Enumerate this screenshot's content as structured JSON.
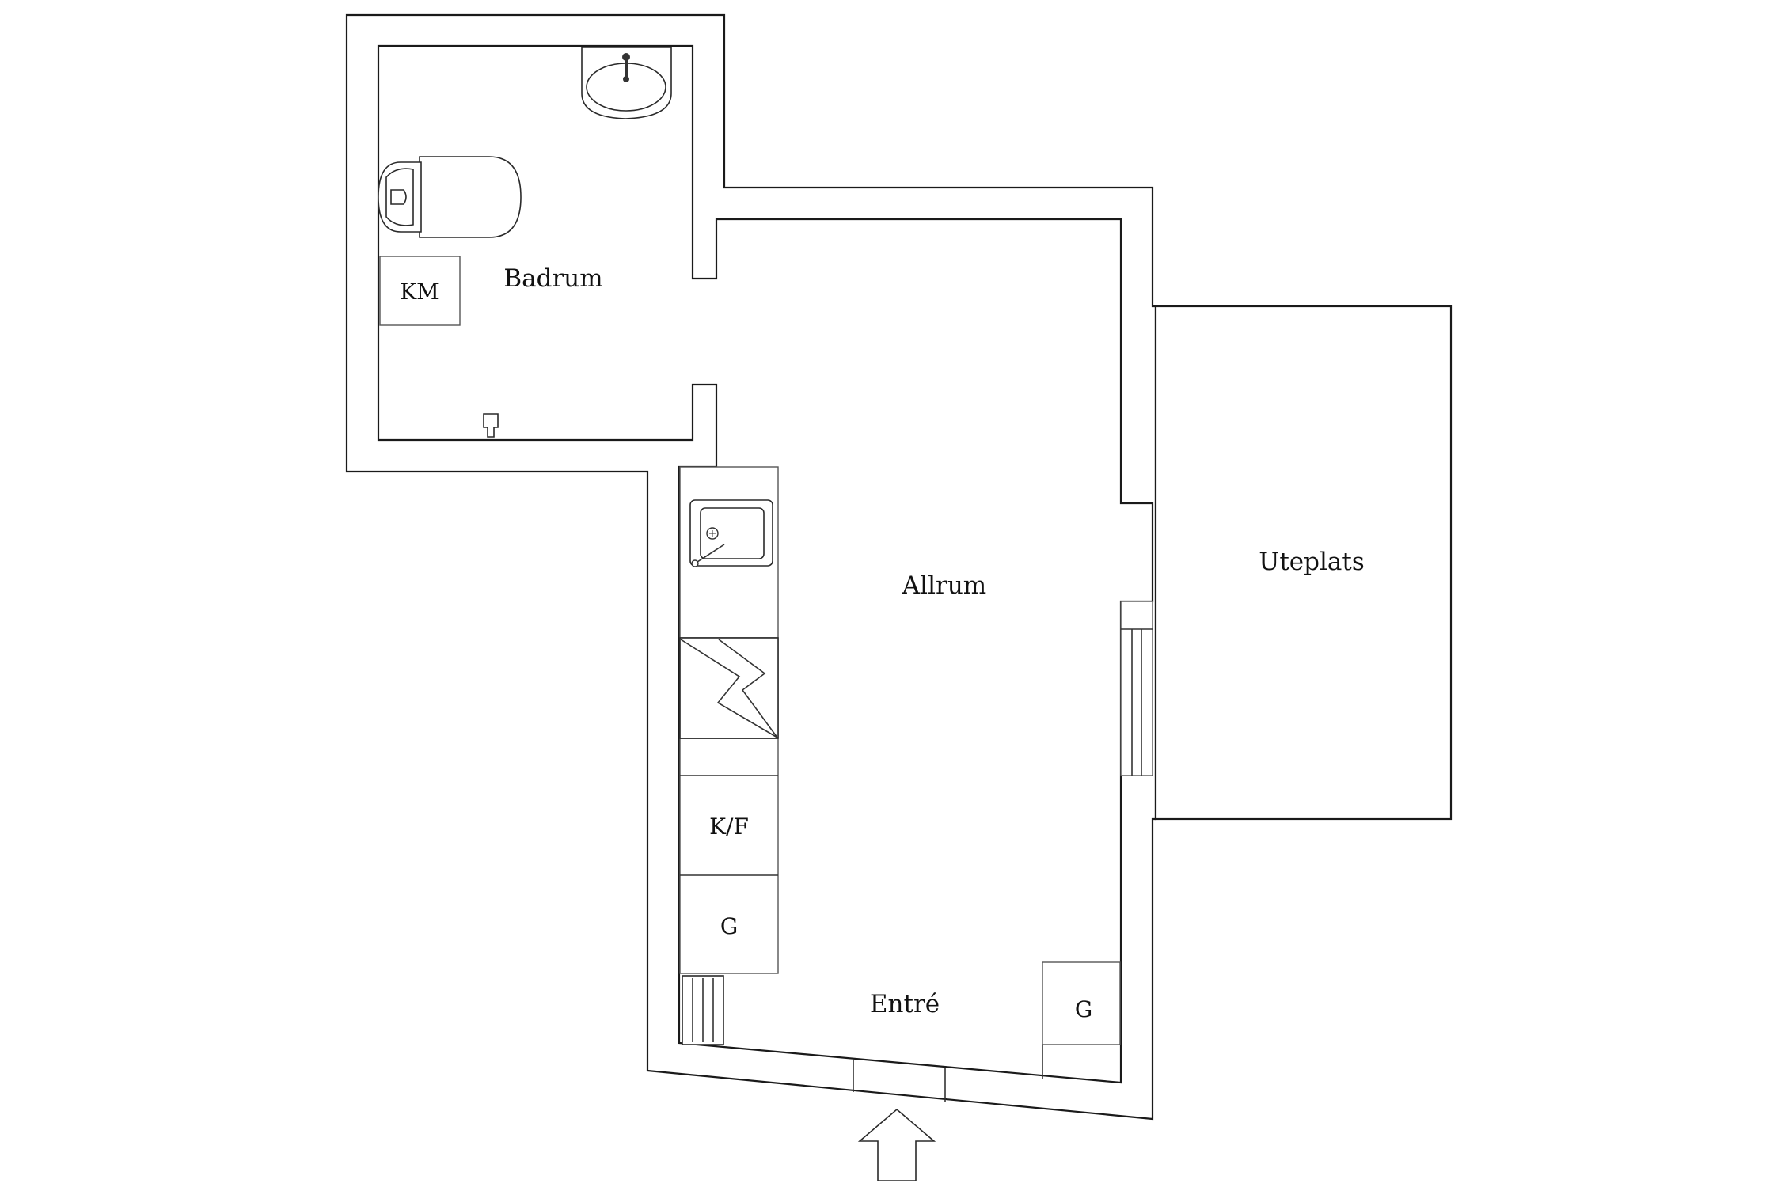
{
  "rooms": {
    "bathroom": "Badrum",
    "living_room": "Allrum",
    "patio": "Uteplats",
    "entrance": "Entré"
  },
  "fixtures": {
    "washing_machine": "KM",
    "fridge_freezer": "K/F",
    "kitchen_cabinet": "G",
    "wardrobe": "G"
  },
  "icons": {
    "sink": "sink-icon",
    "toilet": "toilet-icon",
    "kitchen_sink": "kitchen-sink-icon",
    "stove": "stove-icon",
    "radiator": "radiator-icon",
    "entrance_arrow": "arrow-up-icon"
  }
}
